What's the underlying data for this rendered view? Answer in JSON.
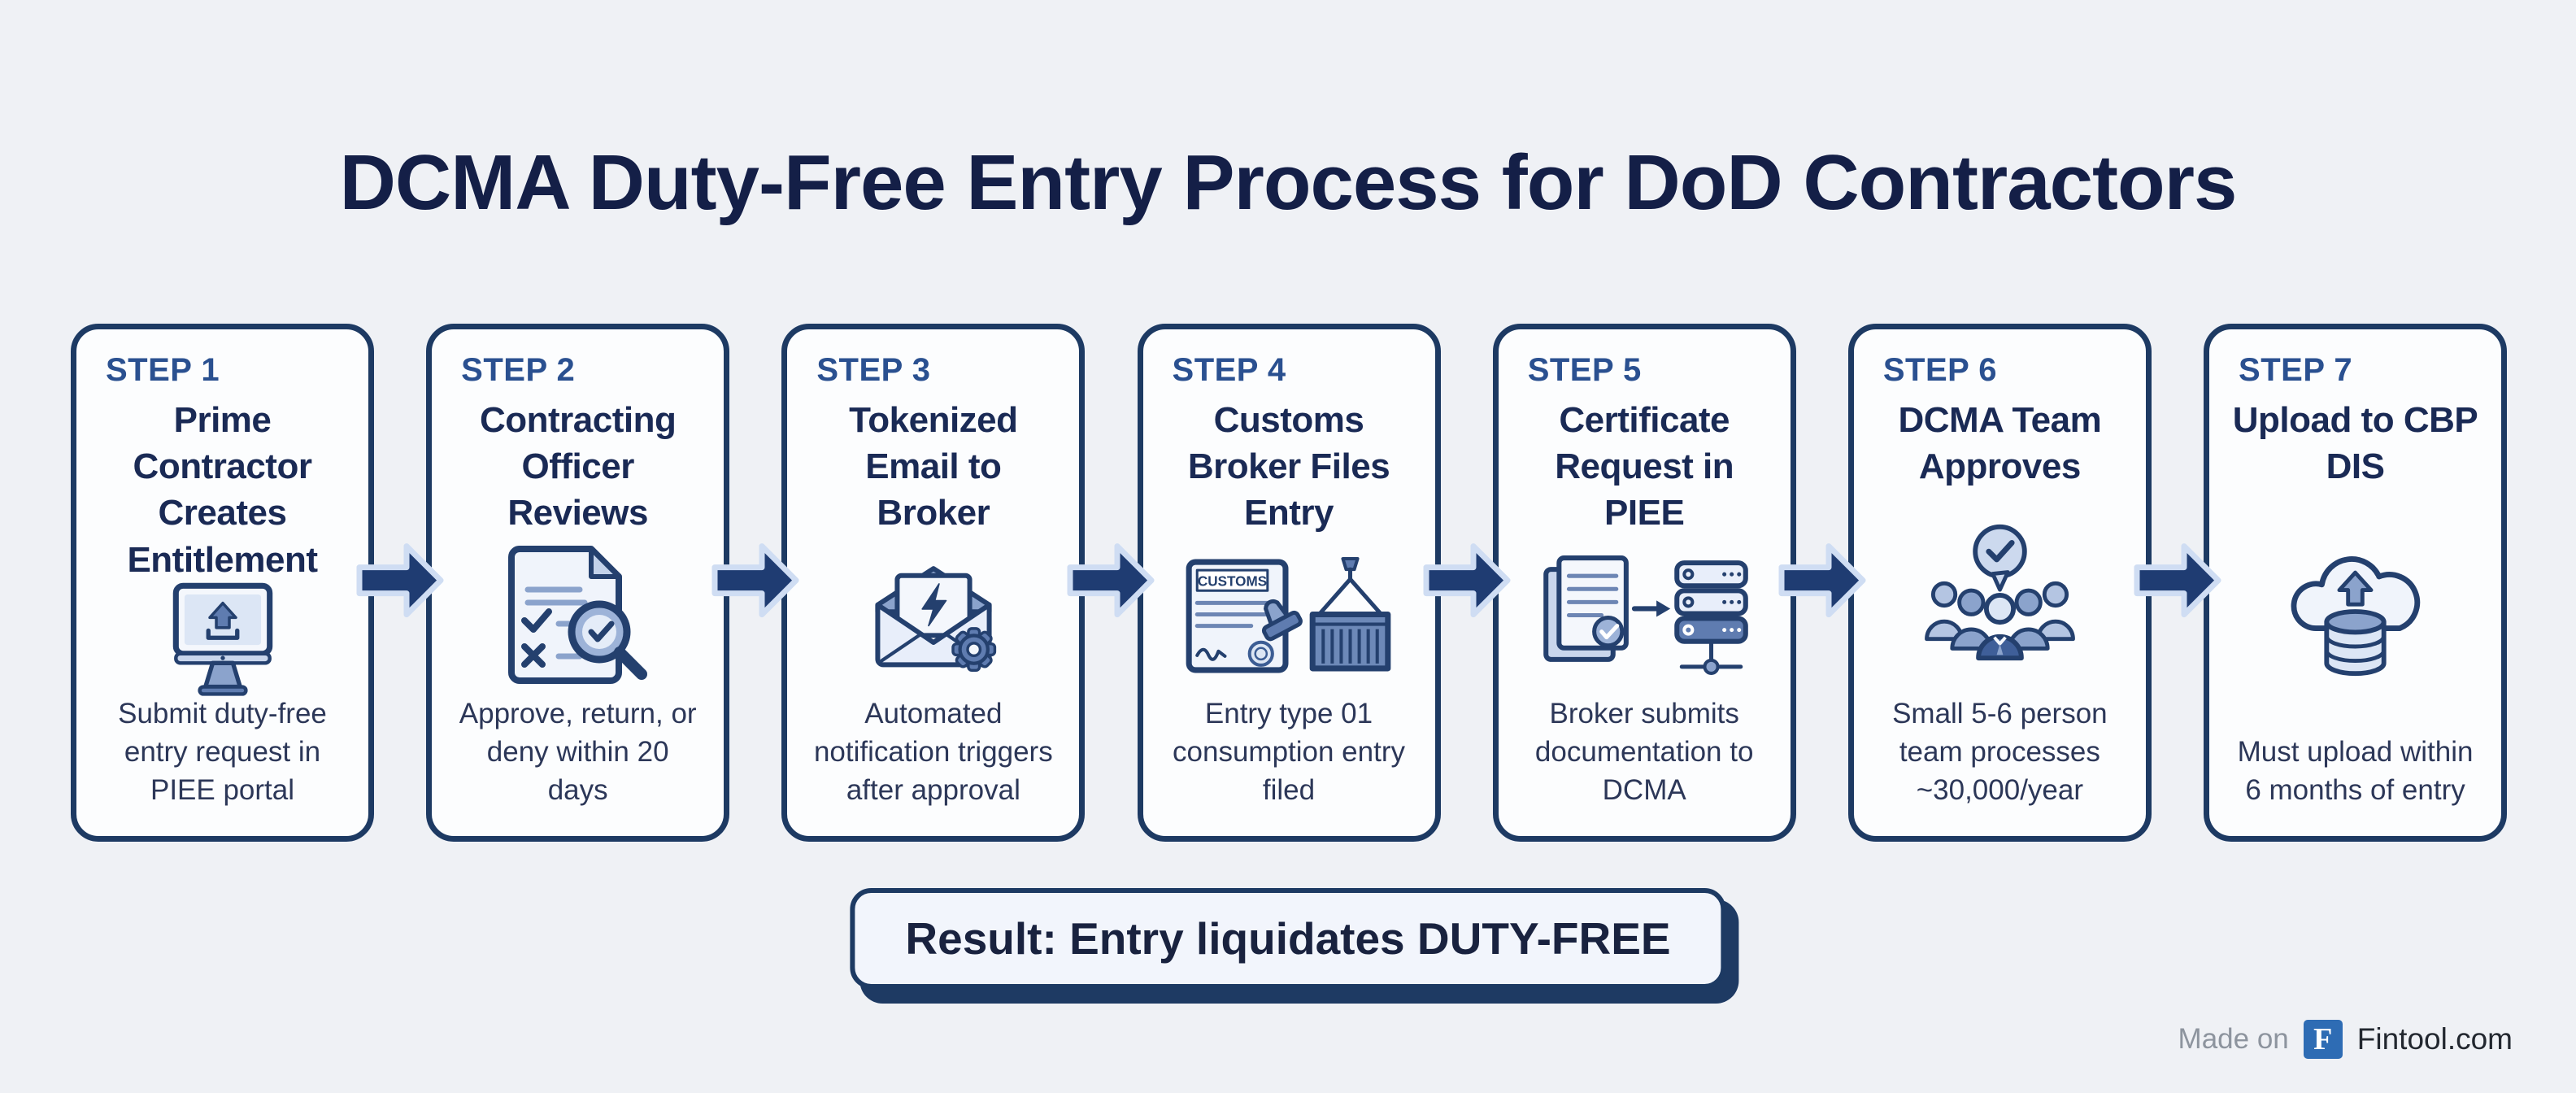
{
  "title": "DCMA Duty-Free Entry Process for DoD Contractors",
  "steps": [
    {
      "label": "STEP 1",
      "title": "Prime Contractor Creates Entitlement",
      "description": "Submit duty-free entry request in PIEE portal",
      "icon": "monitor-upload-icon"
    },
    {
      "label": "STEP 2",
      "title": "Contracting Officer Reviews",
      "description": "Approve, return, or deny within 20 days",
      "icon": "document-review-icon"
    },
    {
      "label": "STEP 3",
      "title": "Tokenized Email to Broker",
      "description": "Automated notification triggers after approval",
      "icon": "email-automation-icon"
    },
    {
      "label": "STEP 4",
      "title": "Customs Broker Files Entry",
      "description": "Entry type 01 consumption entry filed",
      "icon": "customs-container-icon",
      "icon_text": "CUSTOMS"
    },
    {
      "label": "STEP 5",
      "title": "Certificate Request in PIEE",
      "description": "Broker submits documentation to DCMA",
      "icon": "documents-to-server-icon"
    },
    {
      "label": "STEP 6",
      "title": "DCMA Team Approves",
      "description": "Small 5-6 person team processes ~30,000/year",
      "icon": "team-approval-icon"
    },
    {
      "label": "STEP 7",
      "title": "Upload to CBP DIS",
      "description": "Must upload within 6 months of entry",
      "icon": "cloud-upload-database-icon"
    }
  ],
  "result_banner": {
    "text": "Result: Entry liquidates DUTY-FREE"
  },
  "footer": {
    "made_on": "Made on",
    "logo_letter": "F",
    "brand": "Fintool.com"
  },
  "colors": {
    "background": "#eff1f5",
    "box_border": "#1d3a63",
    "step_label_blue": "#2a5090",
    "heading_navy": "#141f47",
    "body_text": "#2c3758",
    "arrow_fill": "#1f3c72",
    "arrow_outline": "#cfddf3",
    "result_shadow": "#1e3a63",
    "logo_blue": "#2e6cb4"
  }
}
